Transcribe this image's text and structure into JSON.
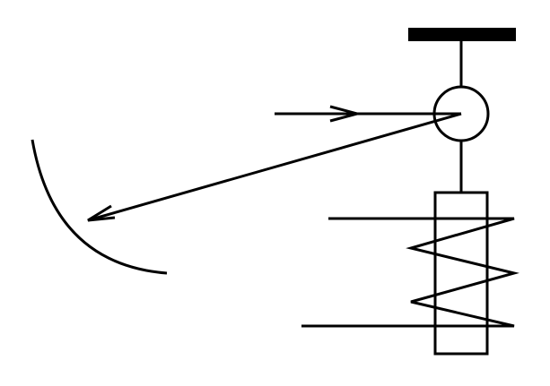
{
  "diagram": {
    "description_visible_text": "",
    "colors": {
      "background": "#ffffff",
      "ink": "#000000"
    },
    "parts": [
      {
        "name": "ceiling-support",
        "icon": "filled-bar"
      },
      {
        "name": "upper-suspension-rod",
        "icon": "line"
      },
      {
        "name": "mirror-sphere",
        "icon": "circle"
      },
      {
        "name": "lower-suspension-rod",
        "icon": "line"
      },
      {
        "name": "magnet-core",
        "icon": "rectangle"
      },
      {
        "name": "coil-winding",
        "icon": "zigzag"
      },
      {
        "name": "incident-light-ray",
        "icon": "arrow"
      },
      {
        "name": "reflected-light-ray",
        "icon": "arrow"
      },
      {
        "name": "curved-scale",
        "icon": "arc"
      }
    ]
  }
}
